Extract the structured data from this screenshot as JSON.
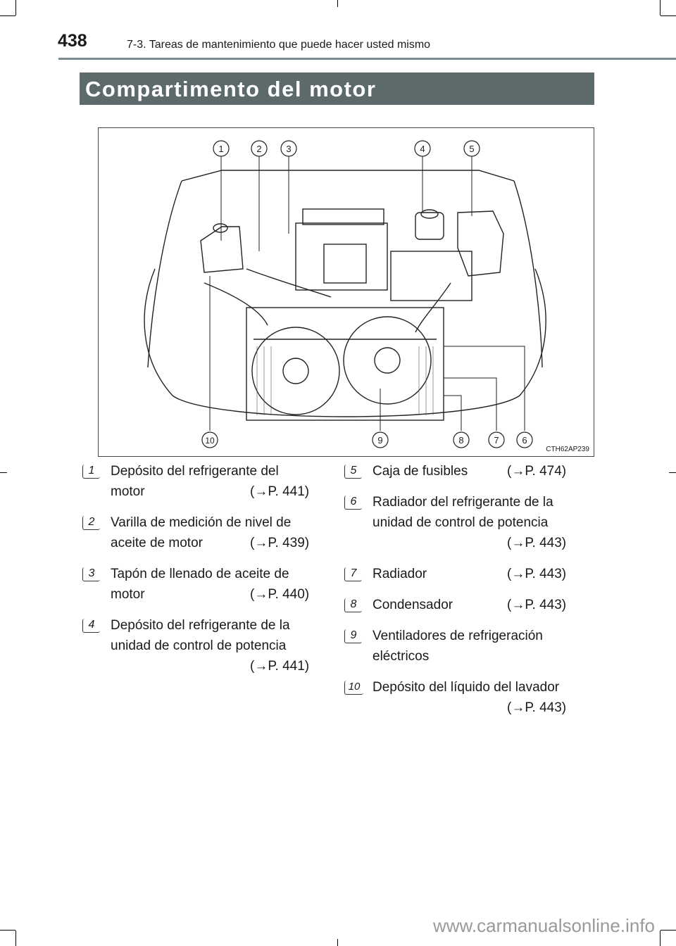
{
  "header": {
    "page_number": "438",
    "section": "7-3. Tareas de mantenimiento que puede hacer usted mismo"
  },
  "title": "Compartimento del motor",
  "figure": {
    "code": "CTH62AP239",
    "callouts": [
      "1",
      "2",
      "3",
      "4",
      "5",
      "6",
      "7",
      "8",
      "9",
      "10"
    ]
  },
  "items_left": [
    {
      "num": "1",
      "line1": "Depósito del refrigerante del",
      "line2": "motor",
      "ref": "(→P. 441)"
    },
    {
      "num": "2",
      "line1": "Varilla de medición de nivel de",
      "line2": "aceite de motor",
      "ref": "(→P. 439)"
    },
    {
      "num": "3",
      "line1": "Tapón de llenado de aceite de",
      "line2": "motor",
      "ref": "(→P. 440)"
    },
    {
      "num": "4",
      "line1": "Depósito del refrigerante de la",
      "line2": "unidad de control de potencia",
      "ref": "(→P. 441)"
    }
  ],
  "items_right": [
    {
      "num": "5",
      "line1": "Caja de fusibles",
      "ref": "(→P. 474)"
    },
    {
      "num": "6",
      "line1": "Radiador del refrigerante de la",
      "line2": "unidad de control de potencia",
      "ref": "(→P. 443)"
    },
    {
      "num": "7",
      "line1": "Radiador",
      "ref": "(→P. 443)"
    },
    {
      "num": "8",
      "line1": "Condensador",
      "ref": "(→P. 443)"
    },
    {
      "num": "9",
      "line1": "Ventiladores de refrigeración",
      "line2": "eléctricos"
    },
    {
      "num": "10",
      "line1": "Depósito del líquido del lavador",
      "ref": "(→P. 443)"
    }
  ],
  "footer": {
    "watermark": "www.carmanualsonline.info"
  }
}
